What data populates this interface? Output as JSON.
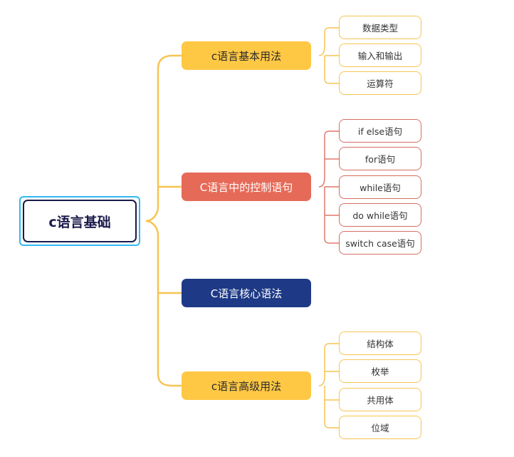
{
  "root": {
    "label": "c语言基础"
  },
  "branches": [
    {
      "label": "c语言基本用法",
      "color": "#ffc844",
      "children": [
        "数据类型",
        "输入和输出",
        "运算符"
      ]
    },
    {
      "label": "C语言中的控制语句",
      "color": "#e66a58",
      "children": [
        "if else语句",
        "for语句",
        "while语句",
        "do while语句",
        "switch case语句"
      ]
    },
    {
      "label": "C语言核心语法",
      "color": "#1e3a86",
      "children": []
    },
    {
      "label": "c语言高级用法",
      "color": "#ffc844",
      "children": [
        "结构体",
        "枚举",
        "共用体",
        "位域"
      ]
    }
  ],
  "colors": {
    "root_border": "#1b1a4b",
    "root_selection": "#33b8ef",
    "connector_yellow": "#f7c453",
    "connector_red": "#e0796c",
    "leaf_border_red": "#d46e61"
  }
}
